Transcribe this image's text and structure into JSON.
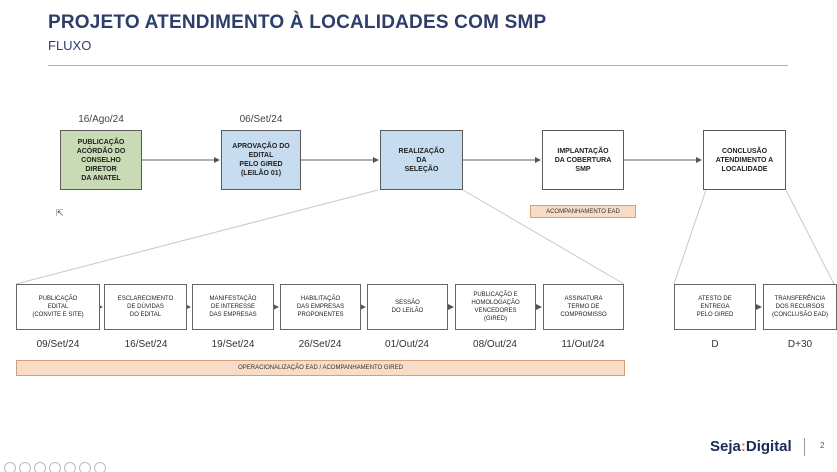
{
  "slide": {
    "title": "PROJETO ATENDIMENTO À LOCALIDADES COM SMP",
    "subtitle": "FLUXO",
    "page_number": "2",
    "logo": {
      "part1": "Seja",
      "colon": ":",
      "part2": "Digital"
    }
  },
  "top_dates": [
    "16/Ago/24",
    "06/Set/24"
  ],
  "main_steps": [
    {
      "label": "PUBLICAÇÃO\nACÓRDÃO DO\nCONSELHO\nDIRETOR\nDA ANATEL"
    },
    {
      "label": "APROVAÇÃO DO\nEDITAL\nPELO GIRED\n(LEILÃO 01)"
    },
    {
      "label": "REALIZAÇÃO\nDA\nSELEÇÃO"
    },
    {
      "label": "IMPLANTAÇÃO\nDA COBERTURA\nSMP"
    },
    {
      "label": "CONCLUSÃO\nATENDIMENTO A\nLOCALIDADE"
    }
  ],
  "ead_tag": "ACOMPANHAMENTO EAD",
  "sub_steps": [
    {
      "label": "PUBLICAÇÃO\nEDITAL\n(CONVITE E SITE)",
      "date": "09/Set/24"
    },
    {
      "label": "ESCLARECIMENTO\nDE DÚVIDAS\nDO EDITAL",
      "date": "16/Set/24"
    },
    {
      "label": "MANIFESTAÇÃO\nDE INTERESSE\nDAS EMPRESAS",
      "date": "19/Set/24"
    },
    {
      "label": "HABILITAÇÃO\nDAS EMPRESAS\nPROPONENTES",
      "date": "26/Set/24"
    },
    {
      "label": "SESSÃO\nDO LEILÃO",
      "date": "01/Out/24"
    },
    {
      "label": "PUBLICAÇÃO E\nHOMOLOGAÇÃO\nVENCEDORES\n(GIRED)",
      "date": "08/Out/24"
    },
    {
      "label": "ASSINATURA\nTERMO DE\nCOMPROMISSO",
      "date": "11/Out/24"
    }
  ],
  "end_steps": [
    {
      "label": "ATESTO DE\nENTREGA\nPELO GIRED",
      "date": "D"
    },
    {
      "label": "TRANSFERÊNCIA\nDOS RECURSOS\n(CONCLUSÃO EAD)",
      "date": "D+30"
    }
  ],
  "operation_band": "OPERACIONALIZAÇÃO EAD / ACOMPANHAMENTO GIRED"
}
